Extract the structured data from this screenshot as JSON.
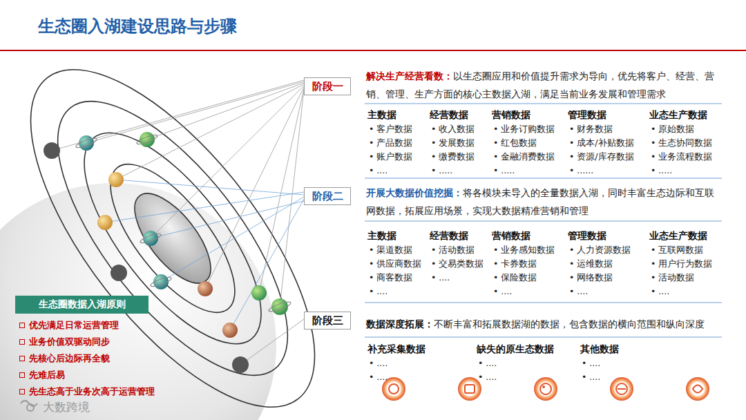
{
  "diagram": {
    "title": "生态圈入湖建设思路与步骤",
    "nodes": [
      {
        "text": [
          "阶段一"
        ]
      },
      {
        "text": [
          "阶段二"
        ]
      },
      {
        "text": [
          "阶段三"
        ]
      },
      {
        "text": [
          "生态圈数据入湖原则"
        ]
      }
    ],
    "labels": [
      "解决生产经营看数：",
      "以生态圈应用和价值提升需求为导向，优先将客户、经营、营销、管理、生产方面的核心主数据入湖，满足当前业务发展和管理需求",
      "主数据",
      "• 客户数据",
      "• 产品数据",
      "• 账户数据",
      "• ....",
      "经营数据",
      "• 收入数据",
      "• 发展数据",
      "• 缴费数据",
      "• .....",
      "营销数据",
      "• 业务订购数据",
      "• 红包数据",
      "• 金融消费数据",
      "• .....",
      "管理数据",
      "• 财务数据",
      "• 成本/补贴数据",
      "• 资源/库存数据",
      "• ......",
      "业态生产数据",
      "• 原始数据",
      "• 生态协同数据",
      "• 业务流程数据",
      "• .....",
      "开展大数据价值挖掘：",
      "将各模块未导入的全量数据入湖，同时丰富生态边际和互联网数据，拓展应用场景，实现大数据精准营销和管理",
      "主数据",
      "• 渠道数据",
      "• 供应商数据",
      "• 商客数据",
      "• ....",
      "经营数据",
      "• 活动数据",
      "• 交易类数据",
      "• ....",
      "营销数据",
      "• 业务感知数据",
      "• 卡券数据",
      "• 保险数据",
      "• ....",
      "管理数据",
      "• 人力资源数据",
      "• 运维数据",
      "• 网络数据",
      "• ....",
      "业态生产数据",
      "• 互联网数据",
      "• 用户行为数据",
      "• 活动数据",
      "• ....",
      "数据深度拓展：",
      "不断丰富和拓展数据湖的数据，包含数据的横向范围和纵向深度",
      "补充采集数据",
      "• ....",
      "• ....",
      "缺失的原生态数据",
      "• ....",
      "• ....",
      "其他数据",
      "• ....",
      "• ....",
      "优先满足日常运营管理",
      "业务价值双驱动同步",
      "先核心后边际再全貌",
      "先难后易",
      "先生态高于业务次高于运营管理",
      "大数跨境"
    ]
  }
}
